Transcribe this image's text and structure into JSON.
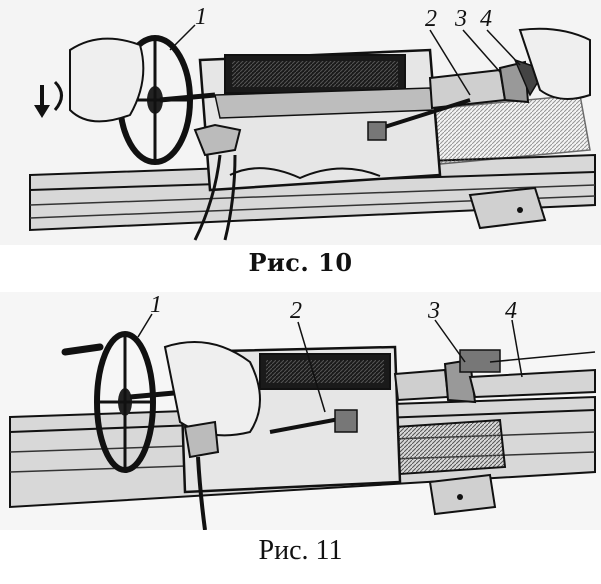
{
  "figures": [
    {
      "caption": "Рис. 10",
      "labels": [
        "1",
        "2",
        "3",
        "4"
      ]
    },
    {
      "caption": "Рис. 11",
      "labels": [
        "1",
        "2",
        "3",
        "4"
      ]
    }
  ],
  "colors": {
    "ink": "#111111",
    "paper": "#ffffff",
    "shade": "#8a8a8a"
  }
}
